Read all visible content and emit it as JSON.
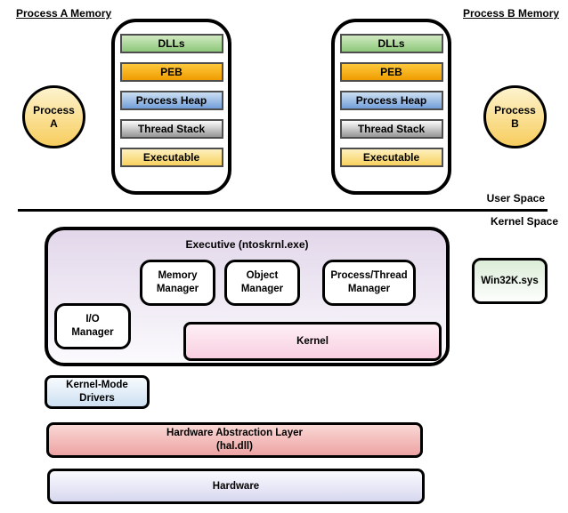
{
  "headings": {
    "process_a_memory": "Process A Memory",
    "process_b_memory": "Process B Memory",
    "user_space": "User Space",
    "kernel_space": "Kernel Space"
  },
  "processes": {
    "a": "Process\nA",
    "b": "Process\nB"
  },
  "memory_segments": [
    {
      "label": "DLLs",
      "top": "#d2e9c2",
      "bottom": "#8cc87a"
    },
    {
      "label": "PEB",
      "top": "#fdc93c",
      "bottom": "#f09c00"
    },
    {
      "label": "Process Heap",
      "top": "#cddff2",
      "bottom": "#729fd9"
    },
    {
      "label": "Thread Stack",
      "top": "#fcfcfc",
      "bottom": "#969696"
    },
    {
      "label": "Executable",
      "top": "#fdf0c0",
      "bottom": "#f8d25e"
    }
  ],
  "kernel_area": {
    "executive_title": "Executive (ntoskrnl.exe)",
    "memory_manager": "Memory\nManager",
    "object_manager": "Object\nManager",
    "process_thread_manager": "Process/Thread\nManager",
    "io_manager": "I/O\nManager",
    "kernel": "Kernel",
    "win32k": "Win32K.sys",
    "kernel_mode_drivers": "Kernel-Mode\nDrivers",
    "hal": "Hardware Abstraction Layer\n(hal.dll)",
    "hardware": "Hardware"
  },
  "palette": {
    "outline": "#000000",
    "segment_border": "#4d4d4d",
    "process_circle_top": "#fdf3cd",
    "process_circle_bottom": "#f7cd5e",
    "executive_top": "#e2d7ea",
    "executive_bottom": "#fbfafd",
    "kernel_top": "#fdeff5",
    "kernel_bottom": "#f9cfe1",
    "win32k_top": "#dcedd8",
    "win32k_bottom": "#fdfefd",
    "drivers_top": "#f8fbfe",
    "drivers_bottom": "#cde0f2",
    "hal_top": "#f9d8d5",
    "hal_bottom": "#eda3a3",
    "hardware_top": "#fafaff",
    "hardware_bottom": "#d7d7ef"
  }
}
